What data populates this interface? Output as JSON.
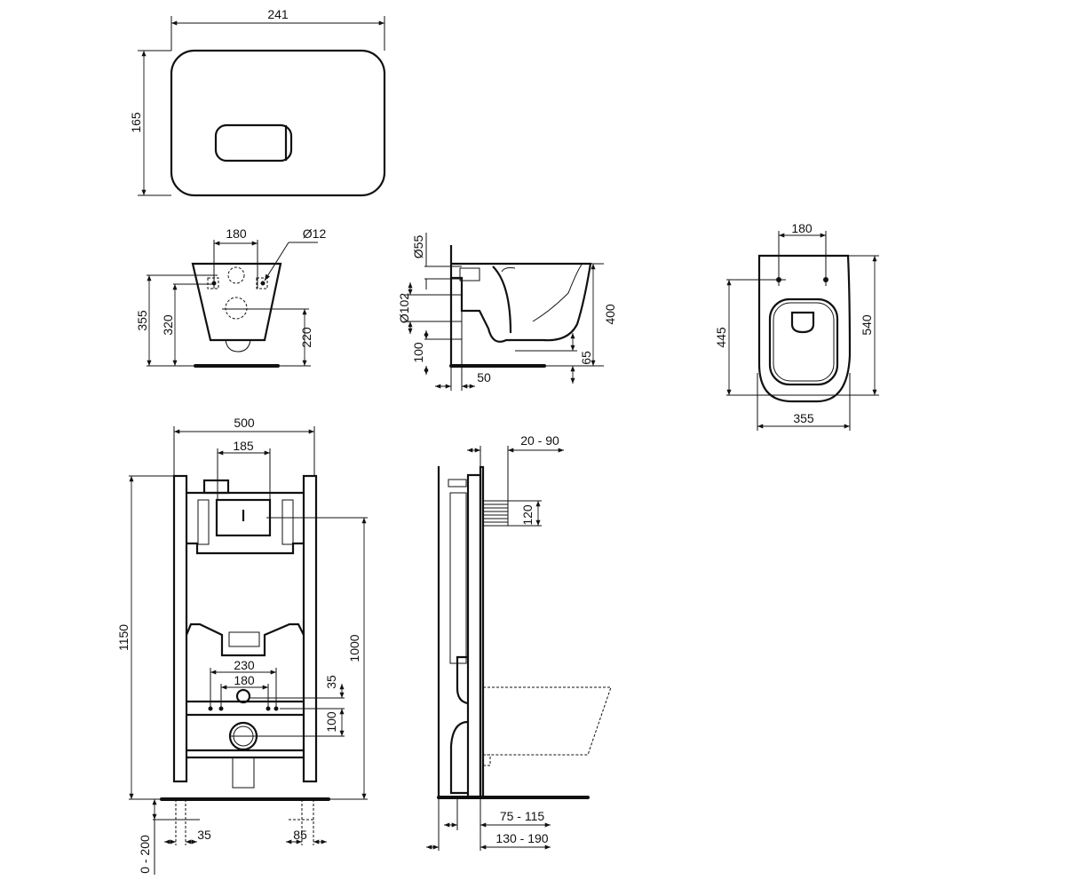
{
  "flush_plate": {
    "width": "241",
    "height": "165"
  },
  "bowl_front": {
    "holes_spacing": "180",
    "hole_diameter": "Ø12",
    "total_height": "355",
    "hole_height": "320",
    "outlet_height": "220"
  },
  "bowl_side": {
    "inlet_diameter": "Ø55",
    "outlet_diameter": "Ø102",
    "outlet_offset": "100",
    "height": "400",
    "bottom_gap": "65",
    "wall_offset": "50"
  },
  "bowl_top": {
    "holes_spacing": "180",
    "hole_to_front": "445",
    "length": "540",
    "width": "355"
  },
  "frame_front": {
    "width": "500",
    "plate_width": "185",
    "height": "1150",
    "plate_height": "1000",
    "outer_studs": "230",
    "inner_studs": "180",
    "studs_above": "35",
    "outlet_below": "100",
    "foot_adjust": "0 - 200",
    "foot_left": "35",
    "foot_right": "85"
  },
  "frame_side": {
    "depth_adjust": "20 - 90",
    "box_height": "120",
    "pipe_offset": "75 - 115",
    "total_depth": "130 - 190"
  }
}
